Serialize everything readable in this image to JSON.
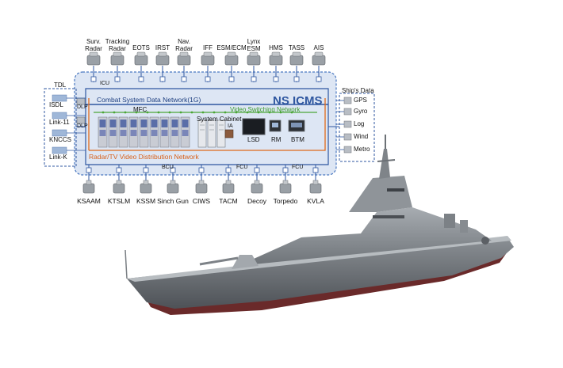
{
  "sensors_top": [
    {
      "label": "Surv.\nRadar",
      "icon": "surveillance-radar-icon"
    },
    {
      "label": "Tracking\nRadar",
      "icon": "tracking-radar-icon"
    },
    {
      "label": "EOTS",
      "icon": "eots-icon"
    },
    {
      "label": "IRST",
      "icon": "irst-icon"
    },
    {
      "label": "Nav.\nRadar",
      "icon": "nav-radar-icon"
    },
    {
      "label": "IFF",
      "icon": "iff-icon"
    },
    {
      "label": "ESM/ECM",
      "icon": "esm-ecm-icon"
    },
    {
      "label": "Lynx\nESM",
      "icon": "lynx-esm-icon"
    },
    {
      "label": "HMS",
      "icon": "hms-icon"
    },
    {
      "label": "TASS",
      "icon": "tass-icon"
    },
    {
      "label": "AIS",
      "icon": "ais-icon"
    }
  ],
  "weapons_bottom": [
    {
      "label": "KSAAM",
      "icon": "ksaam-icon"
    },
    {
      "label": "KTSLM",
      "icon": "ktslm-icon"
    },
    {
      "label": "KSSM",
      "icon": "kssm-icon"
    },
    {
      "label": "Sinch Gun",
      "icon": "gun-icon"
    },
    {
      "label": "CIWS",
      "icon": "ciws-icon"
    },
    {
      "label": "TACM",
      "icon": "tacm-icon"
    },
    {
      "label": "Decoy",
      "icon": "decoy-icon"
    },
    {
      "label": "Torpedo",
      "icon": "torpedo-icon"
    },
    {
      "label": "KVLA",
      "icon": "kvla-icon"
    }
  ],
  "system": {
    "name": "NS ICMS",
    "csdn": "Combat System Data Network(1G)",
    "vsn": "Video Switching Network",
    "rtv": "Radar/TV Video Distribution Network",
    "mfc": "MFC",
    "cabinet": "System Cabinet",
    "ia": "IA",
    "icu": "ICU",
    "bcu": "BCU",
    "fcu1": "FCU",
    "fcu2": "FCU",
    "lsd": "LSD",
    "rm": "RM",
    "btm": "BTM"
  },
  "tdl": {
    "title": "TDL",
    "dlp1": "DLP",
    "dlp2": "DLP",
    "links": [
      "ISDL",
      "Link-11",
      "KNCCS",
      "Link-K"
    ]
  },
  "ships_data": {
    "title": "Ship's Data",
    "items": [
      "GPS",
      "Gyro",
      "Log",
      "Wind",
      "Metro"
    ]
  },
  "colors": {
    "panel": "#dde6f4",
    "panel_border": "#4a78c0",
    "csdn_line": "#2f57a0",
    "vsn_line": "#4ca637",
    "rtv_line": "#e06a1a",
    "ship_hull": "#6d7176",
    "ship_deck": "#9aa0a5",
    "ship_red": "#6a2a2a"
  }
}
